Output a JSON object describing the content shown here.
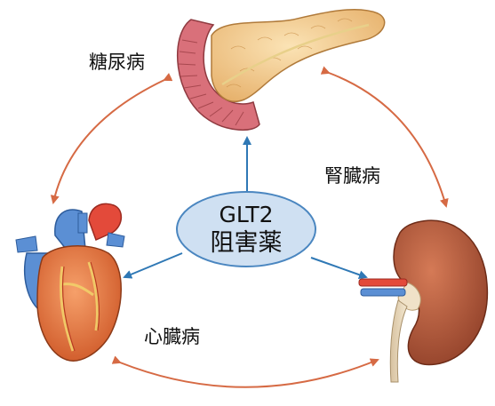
{
  "center": {
    "line1": "GLT2",
    "line2": "阻害薬",
    "fill": "#cfe0f2",
    "stroke": "#4a86c0"
  },
  "labels": {
    "diabetes": "糖尿病",
    "kidney_disease": "腎臓病",
    "heart_disease": "心臓病"
  },
  "colors": {
    "blue_arrow": "#2f78b5",
    "orange_arrow": "#d66a44",
    "pancreas": "#f2c98c",
    "duodenum": "#d9707a",
    "heart": "#e9763c",
    "heart_blue": "#5b8fd4",
    "kidney": "#b8583a"
  },
  "icons": [
    "pancreas-icon",
    "heart-icon",
    "kidney-icon"
  ]
}
